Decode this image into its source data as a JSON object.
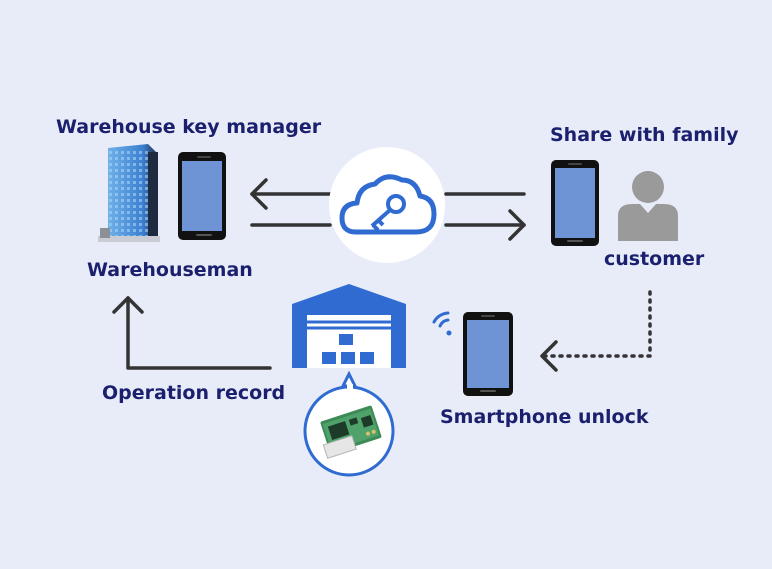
{
  "labels": {
    "manager": "Warehouse key manager",
    "warehouseman": "Warehouseman",
    "share": "Share with family",
    "customer": "customer",
    "operation": "Operation record",
    "unlock": "Smartphone unlock"
  },
  "colors": {
    "background": "#e8ecf8",
    "text": "#1a1f6e",
    "arrow": "#333333",
    "warehouse": "#2f6bd1",
    "cloud": "#2f6bd1",
    "phone_screen": "#6f94d6",
    "person": "#9a9a9a"
  }
}
